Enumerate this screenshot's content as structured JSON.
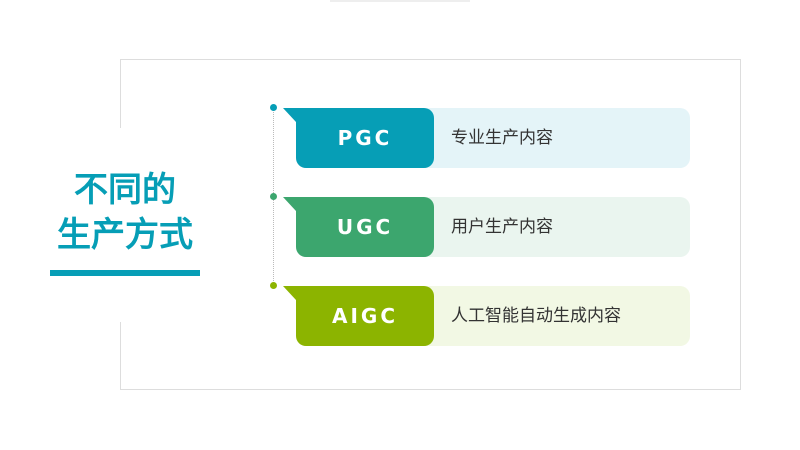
{
  "title": {
    "line1": "不同的",
    "line2": "生产方式"
  },
  "colors": {
    "pgc": "#069eb6",
    "ugc": "#3ca66e",
    "aigc": "#8cb400"
  },
  "items": [
    {
      "label": "PGC",
      "description": "专业生产内容",
      "color": "#069eb6",
      "bg": "#e4f4f8"
    },
    {
      "label": "UGC",
      "description": "用户生产内容",
      "color": "#3ca66e",
      "bg": "#eaf5ef"
    },
    {
      "label": "AIGC",
      "description": "人工智能自动生成内容",
      "color": "#8cb400",
      "bg": "#f2f8e4"
    }
  ]
}
